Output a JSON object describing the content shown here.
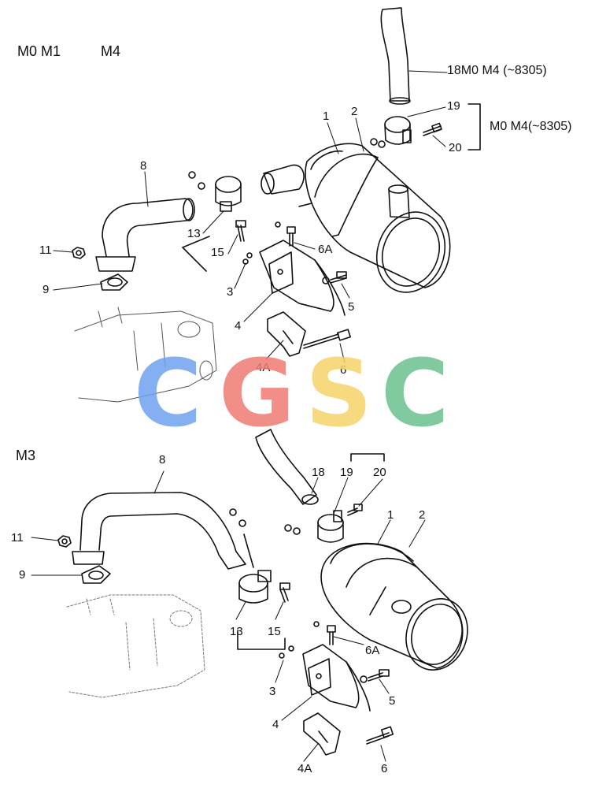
{
  "header": {
    "group_top_1": "M0 M1",
    "group_top_2": "M4",
    "group_bottom": "M3"
  },
  "callouts_top": {
    "p18": "18M0 M4 (~8305)",
    "p19": "19",
    "p20": "20",
    "bracket_note": "M0 M4(~8305)",
    "p1": "1",
    "p2": "2",
    "p8": "8",
    "p11": "11",
    "p9": "9",
    "p13": "13",
    "p15": "15",
    "p3": "3",
    "p4": "4",
    "p4a": "4A",
    "p5": "5",
    "p6": "6",
    "p6a": "6A"
  },
  "callouts_bottom": {
    "p8": "8",
    "p11": "11",
    "p9": "9",
    "p18": "18",
    "p19": "19",
    "p20": "20",
    "p1": "1",
    "p2": "2",
    "p13": "13",
    "p15": "15",
    "p3": "3",
    "p4": "4",
    "p4a": "4A",
    "p5": "5",
    "p6": "6",
    "p6a": "6A"
  },
  "watermark": {
    "letters": [
      "C",
      "G",
      "S",
      "C"
    ],
    "colors": [
      "#6fa3f0",
      "#ef7b74",
      "#f6d36a",
      "#6cc08f"
    ]
  }
}
